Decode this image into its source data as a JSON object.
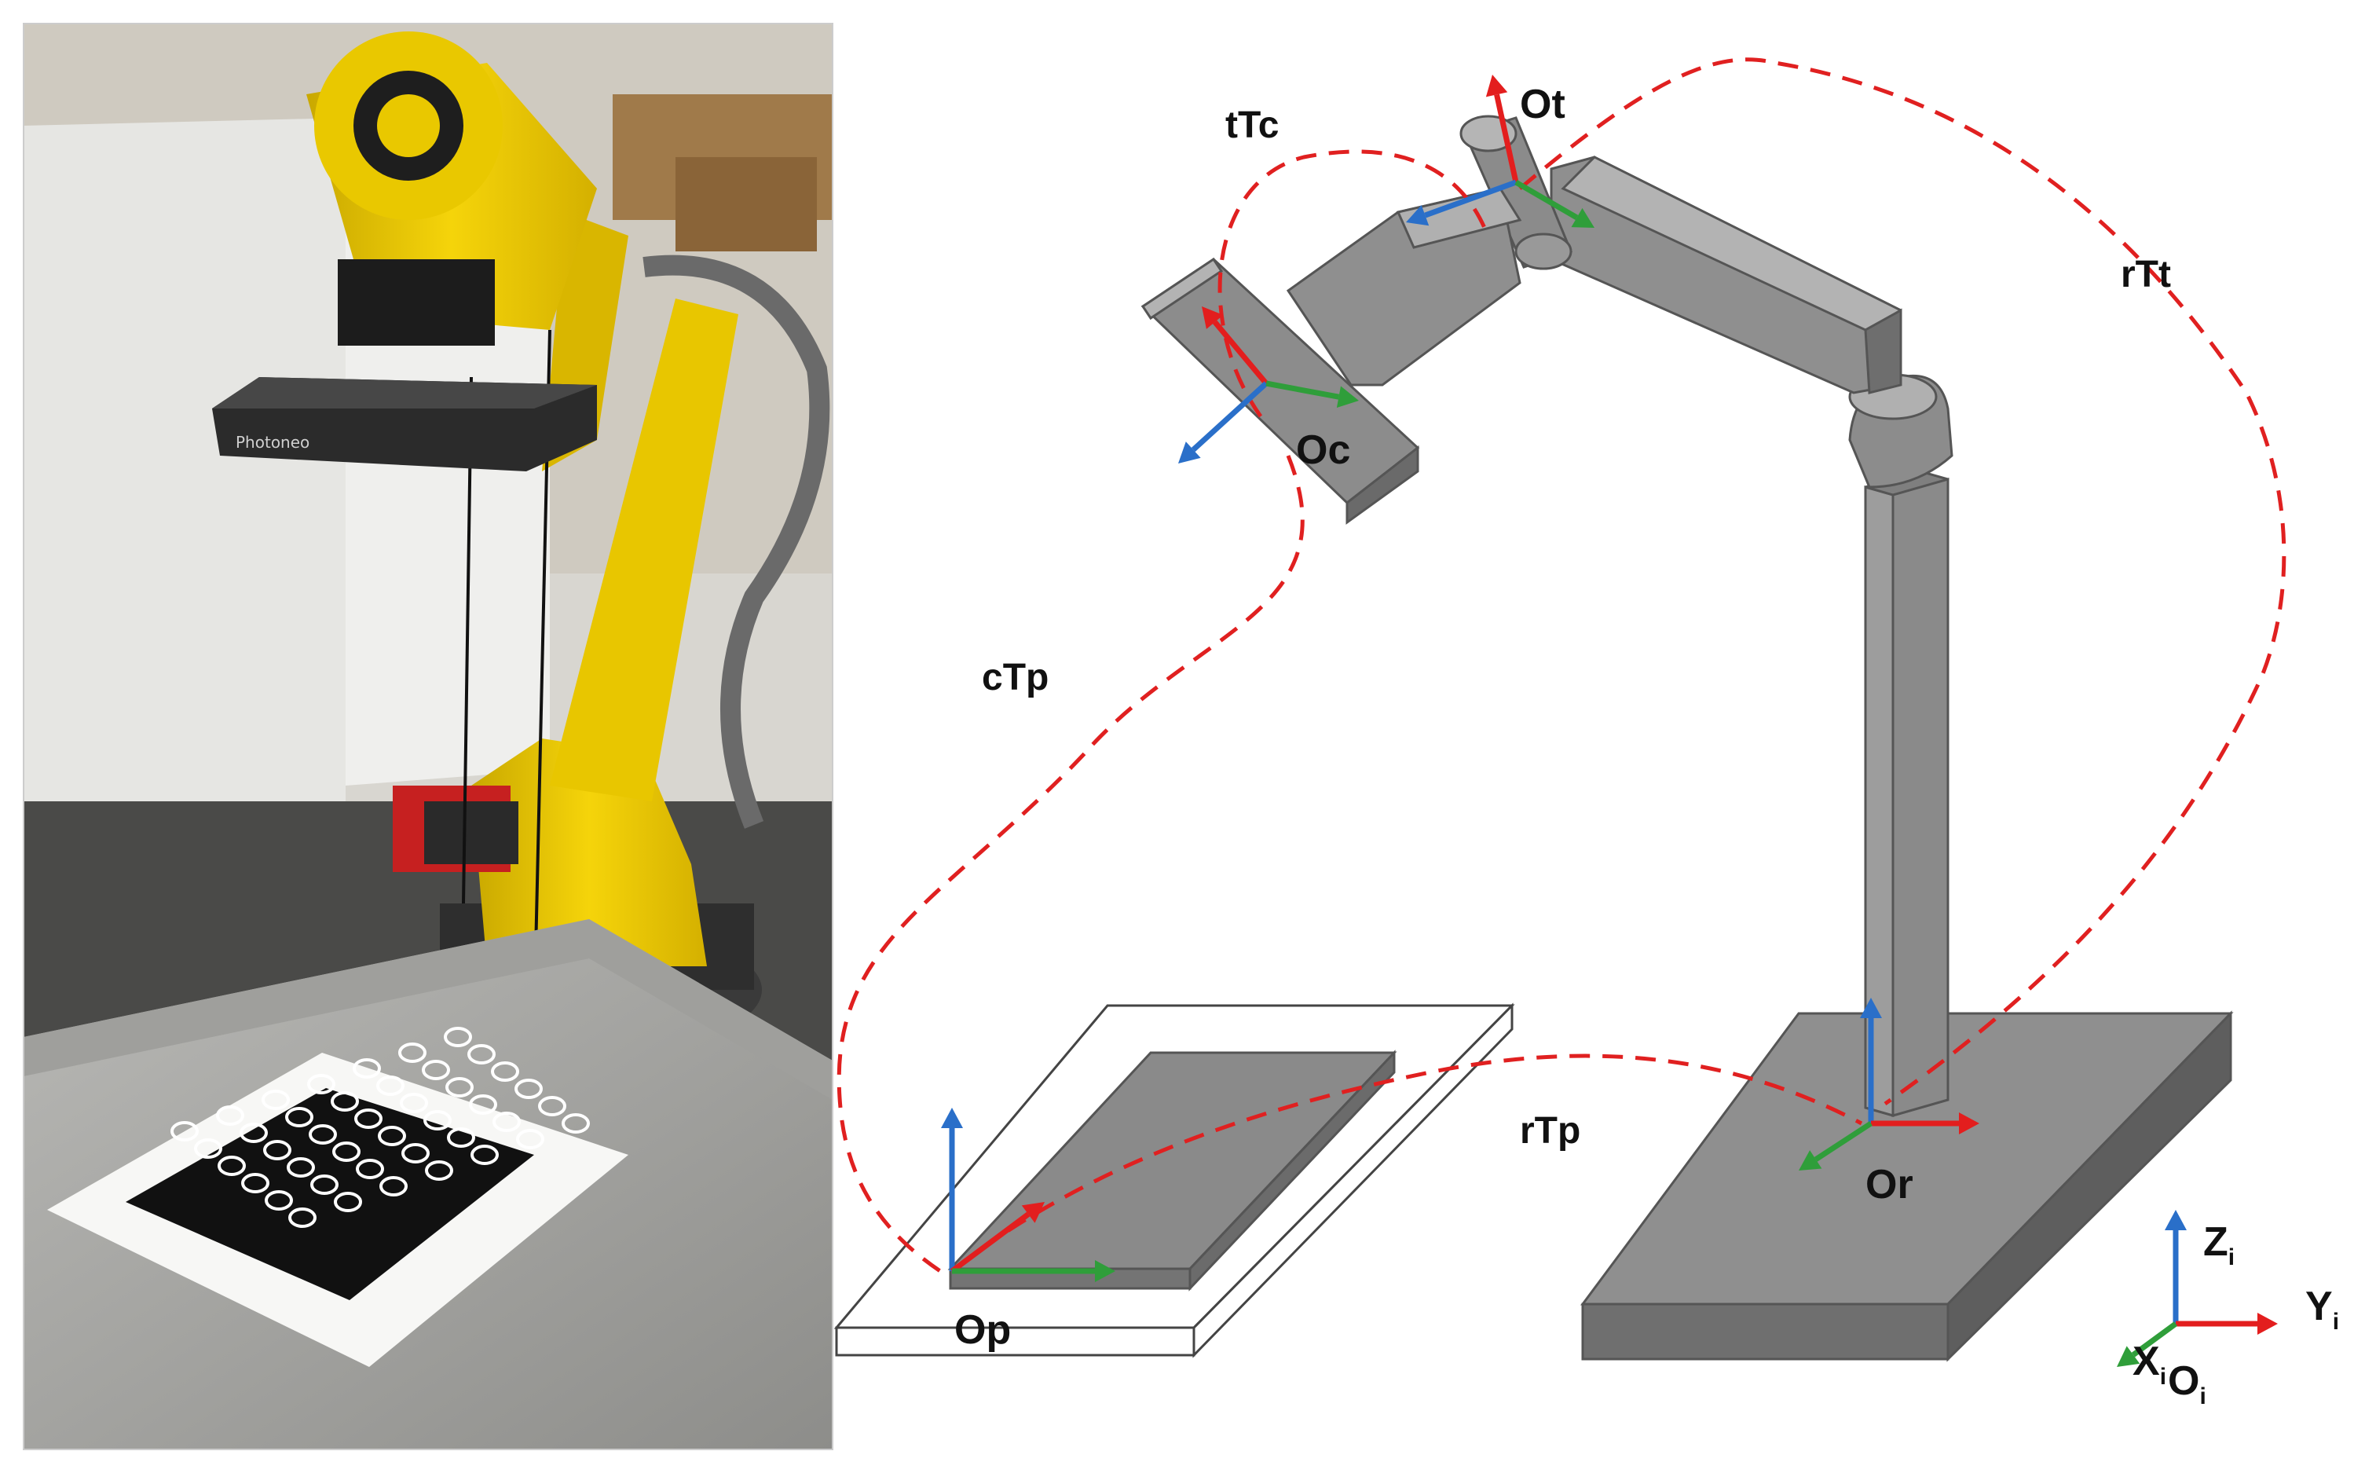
{
  "photo": {
    "brand_text": "Photoneo",
    "description_icons": [
      "industrial-robot-arm",
      "3d-camera",
      "calibration-board"
    ]
  },
  "diagram": {
    "transform_labels": {
      "tTc": "tTc",
      "rTt": "rTt",
      "cTp": "cTp",
      "rTp": "rTp"
    },
    "frame_labels": {
      "Ot": "Ot",
      "Oc": "Oc",
      "Or": "Or",
      "Op": "Op"
    },
    "reference_frame": {
      "z_main": "Z",
      "z_sub": "i",
      "y_main": "Y",
      "y_sub": "i",
      "x_main": "X",
      "x_sub": "i",
      "o_main": "O",
      "o_sub": "i"
    }
  },
  "colors": {
    "x_axis": "#2f9e3a",
    "y_axis": "#e31e1e",
    "z_axis": "#2a6fc9",
    "dashed_path": "#e02020",
    "robot_gray": "#8c8c8c"
  }
}
